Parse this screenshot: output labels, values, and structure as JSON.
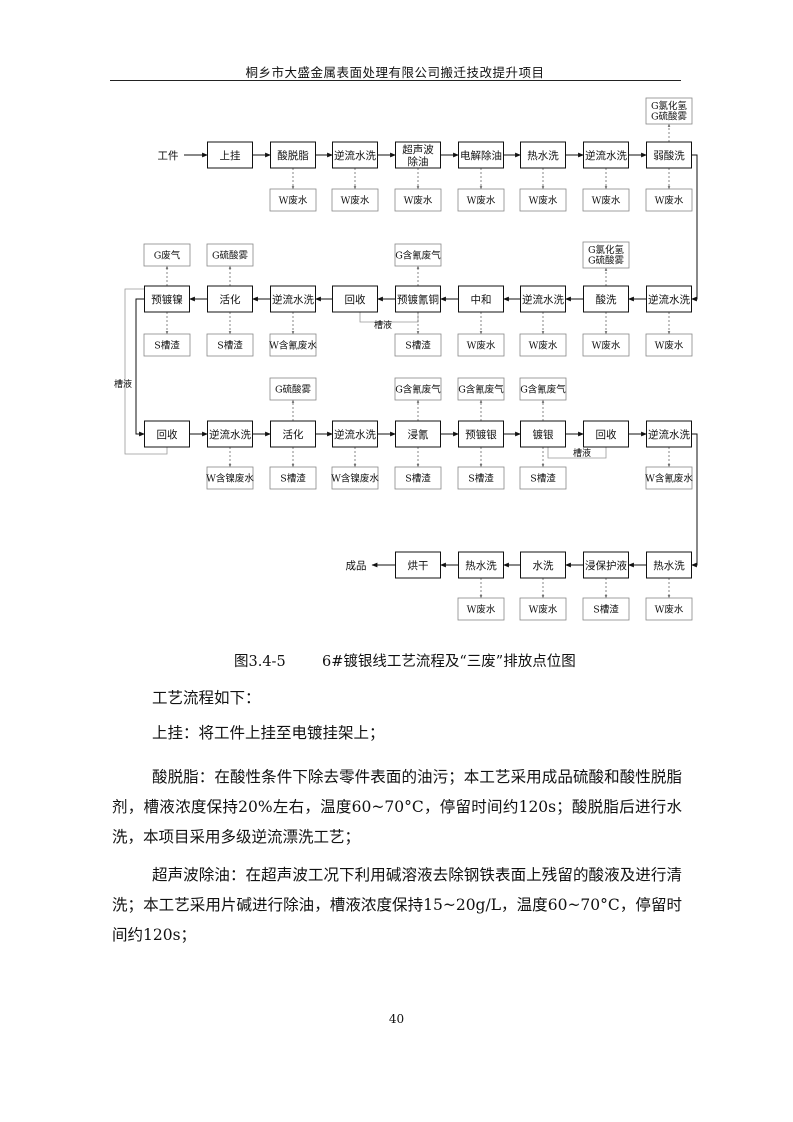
{
  "header": {
    "title": "桐乡市大盛金属表面处理有限公司搬迁技改提升项目"
  },
  "flowchart": {
    "labels": {
      "start": "工件",
      "end": "成品",
      "bath_recycle": "槽液"
    },
    "row1": {
      "steps": [
        "上挂",
        "酸脱脂",
        "逆流水洗",
        "超声波除油",
        "电解除油",
        "热水洗",
        "逆流水洗",
        "弱酸洗"
      ],
      "outputs": [
        "",
        "W废水",
        "W废水",
        "W废水",
        "W废水",
        "W废水",
        "W废水",
        "W废水"
      ],
      "emissions": [
        "",
        "",
        "",
        "",
        "",
        "",
        "",
        "G氯化氢\nG硫酸雾"
      ]
    },
    "row2": {
      "steps": [
        "预镀镍",
        "活化",
        "逆流水洗",
        "回收",
        "预镀氰铜",
        "中和",
        "逆流水洗",
        "酸洗",
        "逆流水洗"
      ],
      "outputs": [
        "S槽渣",
        "S槽渣",
        "W含氰废水",
        "",
        "S槽渣",
        "W废水",
        "W废水",
        "W废水",
        "W废水"
      ],
      "emissions": [
        "G废气",
        "G硫酸雾",
        "",
        "",
        "G含氰废气",
        "",
        "",
        "G氯化氢\nG硫酸雾",
        ""
      ]
    },
    "row3": {
      "steps": [
        "回收",
        "逆流水洗",
        "活化",
        "逆流水洗",
        "浸氰",
        "预镀银",
        "镀银",
        "回收",
        "逆流水洗"
      ],
      "outputs": [
        "",
        "W含镍废水",
        "S槽渣",
        "W含镍废水",
        "S槽渣",
        "S槽渣",
        "S槽渣",
        "",
        "W含氰废水"
      ],
      "emissions": [
        "",
        "",
        "G硫酸雾",
        "",
        "G含氰废气",
        "G含氰废气",
        "G含氰废气",
        "",
        ""
      ]
    },
    "row4": {
      "steps": [
        "烘干",
        "热水洗",
        "水洗",
        "浸保护液",
        "热水洗"
      ],
      "outputs": [
        "",
        "W废水",
        "W废水",
        "S槽渣",
        "W废水"
      ]
    }
  },
  "figure": {
    "number": "图3.4-5",
    "title": "6#镀银线工艺流程及“三废”排放点位图"
  },
  "body": {
    "intro": "工艺流程如下：",
    "p1": "上挂：将工件上挂至电镀挂架上；",
    "p2": "酸脱脂：在酸性条件下除去零件表面的油污；本工艺采用成品硫酸和酸性脱脂剂，槽液浓度保持20%左右，温度60~70°C，停留时间约120s；酸脱脂后进行水洗，本项目采用多级逆流漂洗工艺；",
    "p3": "超声波除油：在超声波工况下利用碱溶液去除钢铁表面上残留的酸液及进行清洗；本工艺采用片碱进行除油，槽液浓度保持15~20g/L，温度60~70°C，停留时间约120s；"
  },
  "footer": {
    "page_number": "40"
  }
}
